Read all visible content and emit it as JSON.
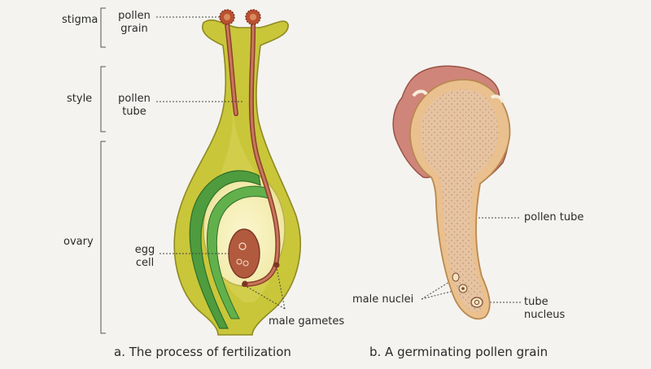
{
  "left_diagram": {
    "region_labels": {
      "stigma": "stigma",
      "style": "style",
      "ovary": "ovary"
    },
    "pollen_grain": [
      "pollen",
      "grain"
    ],
    "pollen_tube": [
      "pollen",
      "tube"
    ],
    "egg_cell": [
      "egg",
      "cell"
    ],
    "male_gametes": "male gametes",
    "caption": "a. The process of fertilization"
  },
  "right_diagram": {
    "pollen_tube": "pollen tube",
    "male_nuclei": "male nuclei",
    "tube_nucleus": [
      "tube",
      "nucleus"
    ],
    "caption": "b. A germinating pollen grain"
  }
}
